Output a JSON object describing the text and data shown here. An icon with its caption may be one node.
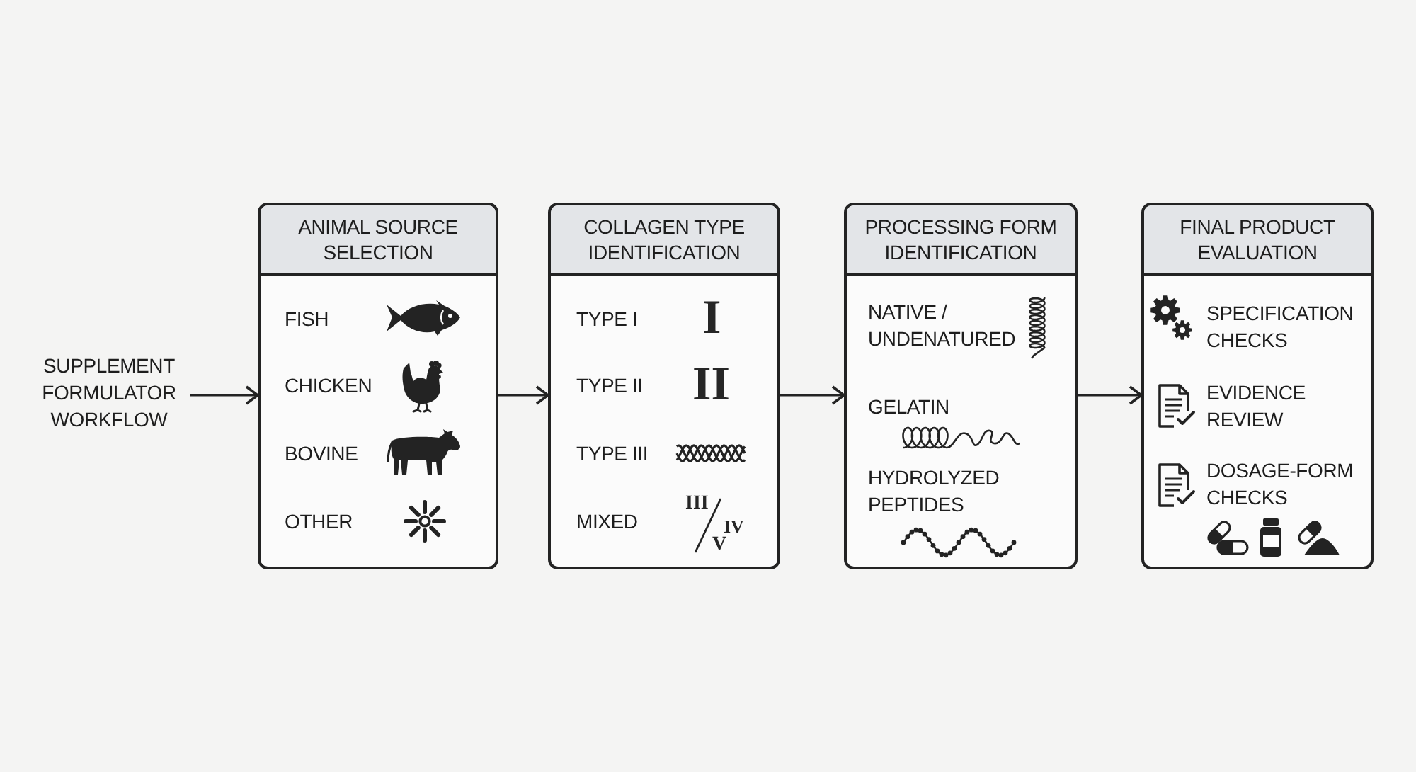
{
  "diagram": {
    "nodes": [
      {
        "text": [
          "SUPPLEMENT FORMULATOR WORKFLOW"
        ]
      },
      {
        "text": [
          "ANIMAL SOURCE SELECTION",
          "FISH",
          "CHICKEN",
          "BOVINE",
          "OTHER"
        ]
      },
      {
        "text": [
          "COLLAGEN TYPE IDENTIFICATION",
          "TYPE I",
          "I",
          "TYPE II",
          "II",
          "TYPE III",
          "MIXED",
          "III",
          "IV",
          "V"
        ]
      },
      {
        "text": [
          "PROCESSING FORM IDENTIFICATION",
          "NATIVE / UNDENATURED",
          "GELATIN",
          "HYDROLYZED PEPTIDES"
        ]
      },
      {
        "text": [
          "FINAL PRODUCT EVALUATION",
          "SPECIFICATION CHECKS",
          "EVIDENCE REVIEW",
          "DOSAGE-FORM CHECKS"
        ]
      }
    ],
    "edges": [
      {
        "from": 0,
        "to": 1,
        "arrow": "to"
      },
      {
        "from": 1,
        "to": 2,
        "arrow": "to"
      },
      {
        "from": 2,
        "to": 3,
        "arrow": "to"
      },
      {
        "from": 3,
        "to": 4,
        "arrow": "to"
      }
    ]
  }
}
